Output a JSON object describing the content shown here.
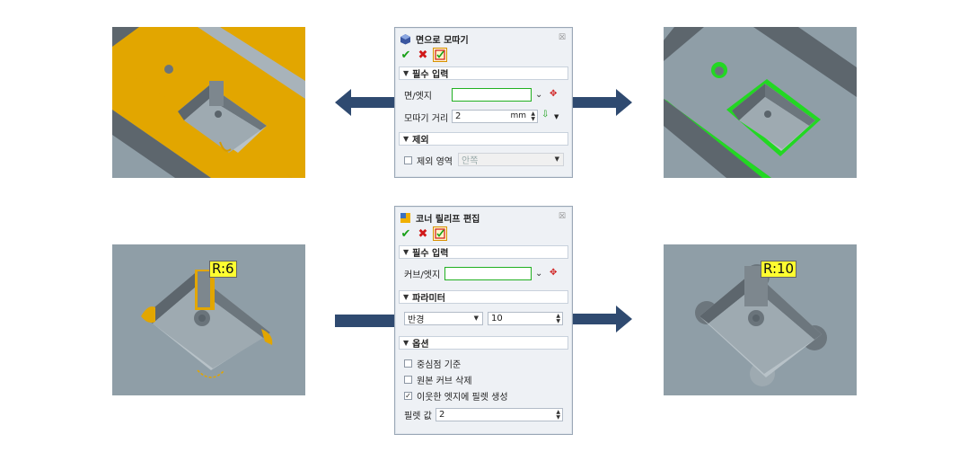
{
  "panel_chamfer": {
    "title": "면으로 모따기",
    "close": "☒",
    "section_required": "필수 입력",
    "face_edge_label": "면/엣지",
    "distance_label": "모따기 거리",
    "distance_value": "2",
    "distance_unit": "mm",
    "section_exclude": "제외",
    "exclude_area_label": "제외 영역",
    "exclude_area_value": "안쪽"
  },
  "panel_corner": {
    "title": "코너 릴리프 편집",
    "close": "☒",
    "section_required": "필수 입력",
    "curve_edge_label": "커브/엣지",
    "section_params": "파라미터",
    "type_value": "반경",
    "radius_value": "10",
    "section_options": "옵션",
    "option_center_label": "중심점 기준",
    "option_delete_label": "원본 커브 삭제",
    "option_fillet_label": "이웃한 엣지에 필렛 생성",
    "fillet_value_label": "필렛 값",
    "fillet_value": "2"
  },
  "labels": {
    "radius_before": "R:6",
    "radius_after": "R:10"
  },
  "colors": {
    "view_bg": "#8f9ea7",
    "highlight_yellow": "#e8a800",
    "highlight_green": "#22d822",
    "arrow": "#2f4a70"
  }
}
